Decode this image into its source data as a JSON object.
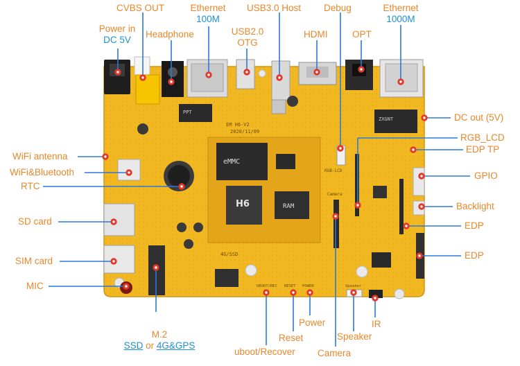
{
  "colors": {
    "label_orange": "#e9872a",
    "label_blue": "#1e90d6",
    "line_blue": "#2a79d8",
    "marker_red": "#e23a2a",
    "board_yellow": "#f2b821",
    "board_dark": "#d99a12"
  },
  "board_silk": {
    "model": "EM H6-V2",
    "date": "2020/11/09",
    "emmc": "eMMC",
    "soc": "H6",
    "ram": "RAM",
    "ppt": "PPT",
    "zxgnt": "ZXGNT",
    "ssd_area": "4G/SSD",
    "camera": "Camera",
    "rgb_lcd": "RGB-LCD",
    "uboot": "UBOOT/REC",
    "reset": "RESET",
    "power": "POWER",
    "speaker": "Speaker"
  },
  "labels": {
    "cvbs": "CVBS OUT",
    "eth100_1": "Ethernet",
    "eth100_2": "100M",
    "usb3": "USB3.0 Host",
    "debug": "Debug",
    "eth1000_1": "Ethernet",
    "eth1000_2": "1000M",
    "power_in_1": "Power in",
    "power_in_2": "DC 5V",
    "headphone": "Headphone",
    "usb2_1": "USB2.0",
    "usb2_2": "OTG",
    "hdmi": "HDMI",
    "opt": "OPT",
    "dc_out": "DC out (5V)",
    "rgb_lcd": "RGB_LCD",
    "edp_tp": "EDP TP",
    "gpio": "GPIO",
    "backlight": "Backlight",
    "edp1": "EDP",
    "edp2": "EDP",
    "wifi_antenna": "WiFi antenna",
    "wifi_bt": "WiFi&Bluetooth",
    "rtc": "RTC",
    "sd_card": "SD card",
    "sim_card": "SIM card",
    "mic": "MIC",
    "m2_1": "M.2",
    "m2_ssd": "SSD",
    "m2_or": " or ",
    "m2_4g": "4G&GPS",
    "uboot_recover": "uboot/Recover",
    "reset": "Reset",
    "power": "Power",
    "camera": "Camera",
    "speaker": "Speaker",
    "ir": "IR"
  },
  "icons": [
    "chip-icon",
    "connector-icon",
    "marker-dot-icon",
    "coin-cell-icon"
  ]
}
